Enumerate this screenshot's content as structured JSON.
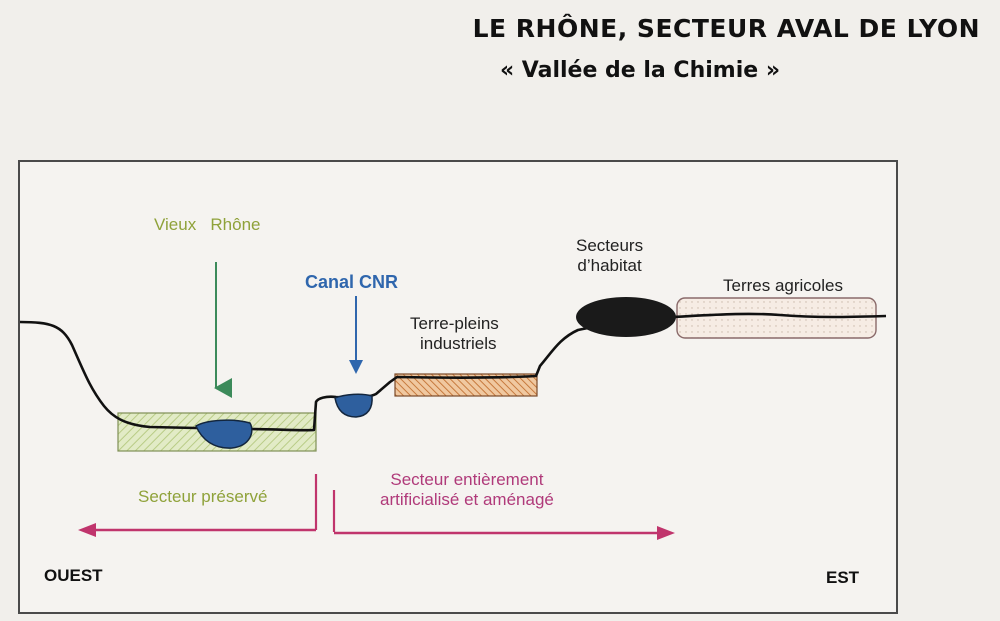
{
  "title": "LE RHÔNE, SECTEUR AVAL DE LYON",
  "subtitle": "« Vallée de la Chimie »",
  "labels": {
    "vieux_rhone": "Vieux   Rhône",
    "canal_cnr": "Canal CNR",
    "terre_pleins_line1": "Terre-pleins",
    "terre_pleins_line2": "industriels",
    "habitat_line1": "Secteurs",
    "habitat_line2": "d’habitat",
    "terres_agricoles": "Terres agricoles",
    "secteur_preserve": "Secteur préservé",
    "artificialise_line1": "Secteur entièrement",
    "artificialise_line2": "artificialisé et aménagé",
    "ouest": "OUEST",
    "est": "EST"
  },
  "colors": {
    "green_label": "#8fa23a",
    "blue_label": "#2f66ad",
    "water": "#2e5f9e",
    "arrow_green": "#3c8a5a",
    "arrow_pink": "#c0346c",
    "pink_text": "#b03a7a",
    "hatch_green": "#d6e3b4",
    "hatch_orange": "#e0a070"
  }
}
